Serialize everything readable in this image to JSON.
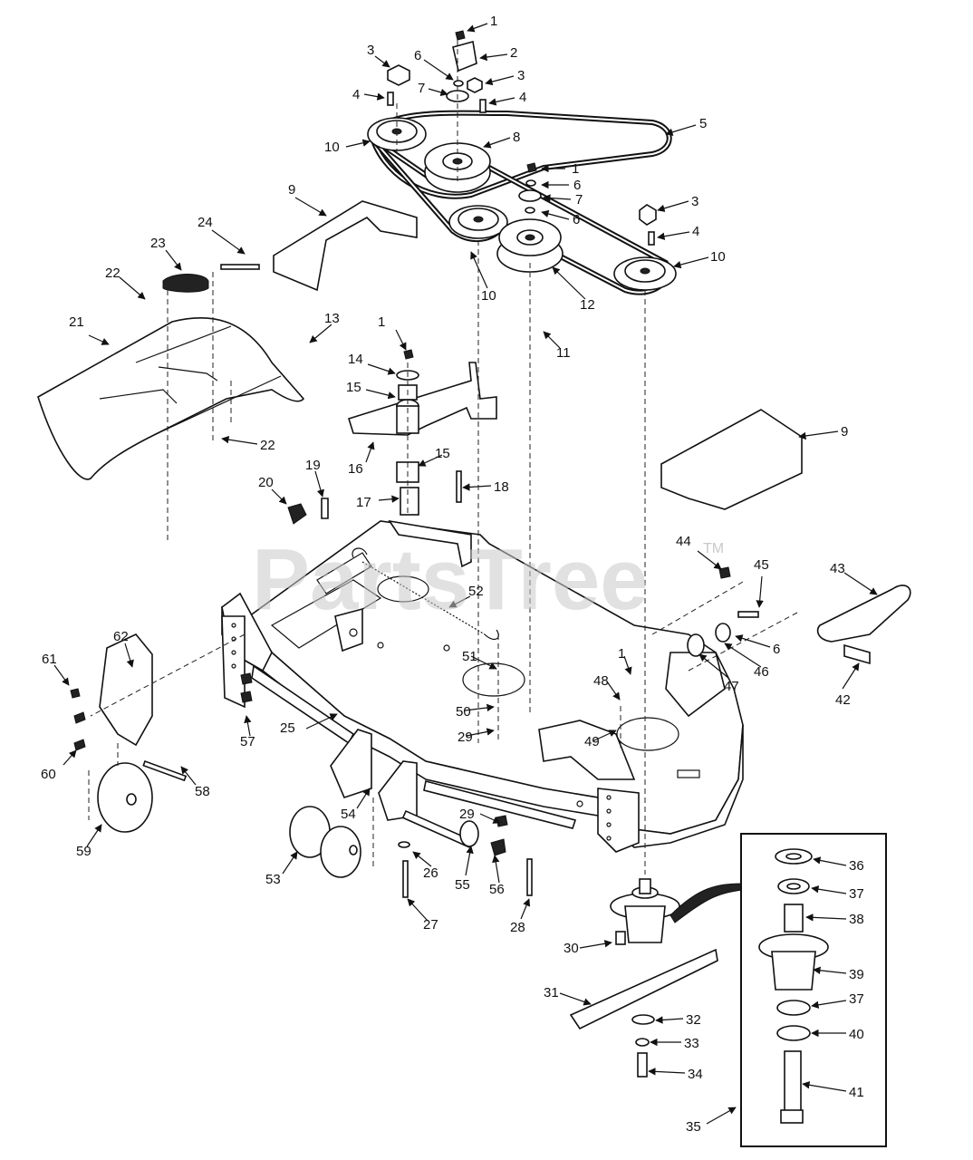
{
  "watermark": {
    "text": "PartsTree",
    "mark": "TM"
  },
  "diagram": {
    "type": "exploded-parts-view",
    "callouts": [
      {
        "id": "c1a",
        "label": "1"
      },
      {
        "id": "c2",
        "label": "2"
      },
      {
        "id": "c3a",
        "label": "3"
      },
      {
        "id": "c3b",
        "label": "3"
      },
      {
        "id": "c4a",
        "label": "4"
      },
      {
        "id": "c4b",
        "label": "4"
      },
      {
        "id": "c5",
        "label": "5"
      },
      {
        "id": "c6a",
        "label": "6"
      },
      {
        "id": "c7a",
        "label": "7"
      },
      {
        "id": "c8",
        "label": "8"
      },
      {
        "id": "c10a",
        "label": "10"
      },
      {
        "id": "c1b",
        "label": "1"
      },
      {
        "id": "c6b",
        "label": "6"
      },
      {
        "id": "c7b",
        "label": "7"
      },
      {
        "id": "c6c",
        "label": "6"
      },
      {
        "id": "c3c",
        "label": "3"
      },
      {
        "id": "c4c",
        "label": "4"
      },
      {
        "id": "c10b",
        "label": "10"
      },
      {
        "id": "c10c",
        "label": "10"
      },
      {
        "id": "c12",
        "label": "12"
      },
      {
        "id": "c9a",
        "label": "9"
      },
      {
        "id": "c24",
        "label": "24"
      },
      {
        "id": "c23",
        "label": "23"
      },
      {
        "id": "c22a",
        "label": "22"
      },
      {
        "id": "c21",
        "label": "21"
      },
      {
        "id": "c13",
        "label": "13"
      },
      {
        "id": "c22b",
        "label": "22"
      },
      {
        "id": "c1c",
        "label": "1"
      },
      {
        "id": "c14",
        "label": "14"
      },
      {
        "id": "c15a",
        "label": "15"
      },
      {
        "id": "c16",
        "label": "16"
      },
      {
        "id": "c15b",
        "label": "15"
      },
      {
        "id": "c11",
        "label": "11"
      },
      {
        "id": "c9b",
        "label": "9"
      },
      {
        "id": "c18",
        "label": "18"
      },
      {
        "id": "c17",
        "label": "17"
      },
      {
        "id": "c20",
        "label": "20"
      },
      {
        "id": "c19",
        "label": "19"
      },
      {
        "id": "c44",
        "label": "44"
      },
      {
        "id": "c45",
        "label": "45"
      },
      {
        "id": "c43",
        "label": "43"
      },
      {
        "id": "c52",
        "label": "52"
      },
      {
        "id": "c6d",
        "label": "6"
      },
      {
        "id": "c46",
        "label": "46"
      },
      {
        "id": "c47",
        "label": "47"
      },
      {
        "id": "c42",
        "label": "42"
      },
      {
        "id": "c62",
        "label": "62"
      },
      {
        "id": "c61",
        "label": "61"
      },
      {
        "id": "c51",
        "label": "51"
      },
      {
        "id": "c1d",
        "label": "1"
      },
      {
        "id": "c48",
        "label": "48"
      },
      {
        "id": "c50",
        "label": "50"
      },
      {
        "id": "c29a",
        "label": "29"
      },
      {
        "id": "c49",
        "label": "49"
      },
      {
        "id": "c25",
        "label": "25"
      },
      {
        "id": "c57",
        "label": "57"
      },
      {
        "id": "c60",
        "label": "60"
      },
      {
        "id": "c58",
        "label": "58"
      },
      {
        "id": "c54",
        "label": "54"
      },
      {
        "id": "c59",
        "label": "59"
      },
      {
        "id": "c29b",
        "label": "29"
      },
      {
        "id": "c36",
        "label": "36"
      },
      {
        "id": "c26",
        "label": "26"
      },
      {
        "id": "c55",
        "label": "55"
      },
      {
        "id": "c56",
        "label": "56"
      },
      {
        "id": "c53",
        "label": "53"
      },
      {
        "id": "c37a",
        "label": "37"
      },
      {
        "id": "c27",
        "label": "27"
      },
      {
        "id": "c28",
        "label": "28"
      },
      {
        "id": "c38",
        "label": "38"
      },
      {
        "id": "c30",
        "label": "30"
      },
      {
        "id": "c39",
        "label": "39"
      },
      {
        "id": "c31",
        "label": "31"
      },
      {
        "id": "c32",
        "label": "32"
      },
      {
        "id": "c37b",
        "label": "37"
      },
      {
        "id": "c33",
        "label": "33"
      },
      {
        "id": "c40",
        "label": "40"
      },
      {
        "id": "c34",
        "label": "34"
      },
      {
        "id": "c41",
        "label": "41"
      },
      {
        "id": "c35",
        "label": "35"
      }
    ]
  }
}
